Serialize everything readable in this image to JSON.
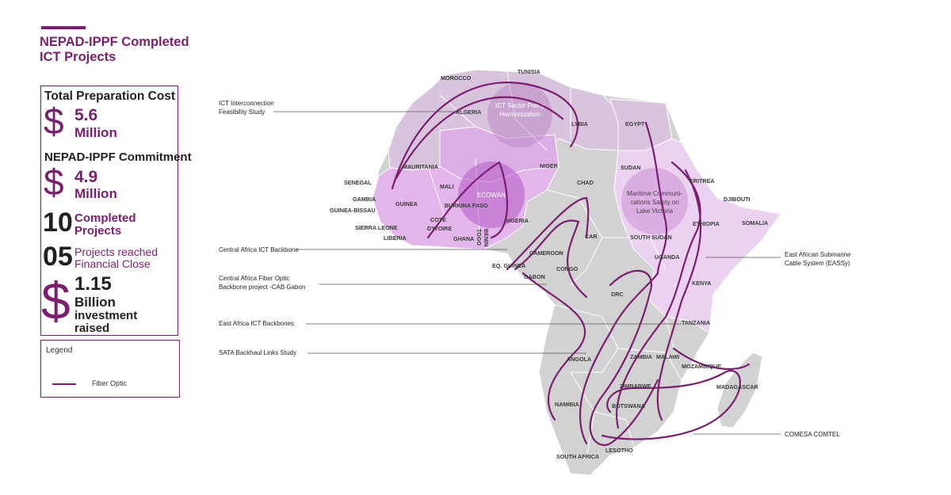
{
  "header": {
    "title_line1": "NEPAD-IPPF Completed",
    "title_line2": "ICT Projects"
  },
  "stats": {
    "prep_cost_label": "Total Preparation Cost",
    "prep_cost_value": "5.6",
    "prep_cost_unit": "Million",
    "commitment_label": "NEPAD-IPPF Commitment",
    "commitment_value": "4.9",
    "commitment_unit": "Million",
    "completed_number": "10",
    "completed_line1": "Completed",
    "completed_line2": "Projects",
    "financial_number": "05",
    "financial_line1": "Projects reached",
    "financial_line2": "Financial Close",
    "investment_value": "1.15",
    "investment_line1": "Billion",
    "investment_line2": "investment",
    "investment_line3": "raised",
    "dollar_sign": "$"
  },
  "legend": {
    "title": "Legend",
    "fiber_label": "Fiber Optic"
  },
  "colors": {
    "accent": "#7b1e6f",
    "north_region": "#d9c4de",
    "west_region": "#e2b6ea",
    "east_region": "#ecd2f1",
    "central_south": "#d2d2d2",
    "zone_circle": "#b77fc0"
  },
  "zones": {
    "ict_policy_line1": "ICT Sector Policy",
    "ict_policy_line2": "Harmonization",
    "ecowan": "ECOWAN",
    "maritime_line1": "Maritime Communi-",
    "maritime_line2": "cations Safety on",
    "maritime_line3": "Lake Victoria"
  },
  "countries": {
    "tunisia": "TUNISIA",
    "morocco": "MOROCCO",
    "algeria": "ALGERIA",
    "lybia": "LYBIA",
    "egypt": "EGYPT",
    "mauritania": "MAURITANIA",
    "mali": "MALI",
    "niger": "NIGER",
    "chad": "CHAD",
    "sudan": "SUDAN",
    "eritrea": "ERITREA",
    "djibouti": "DJIBOUTI",
    "senegal": "SENEGAL",
    "gambia": "GAMBIA",
    "guinea_bissau": "GUINEA-BISSAU",
    "guinea": "GUINEA",
    "burkina_faso": "BURKINA FASO",
    "sierra_leone": "SIERRA LEONE",
    "cote1": "COTE",
    "cote2": "D'IVOIRE",
    "nigeria": "NIGERIA",
    "liberia": "LIBERIA",
    "ghana": "GHANA",
    "togo": "TOGO",
    "benin": "BENIN",
    "car": "CAR",
    "ethiopia": "ETHIOPIA",
    "somalia": "SOMALIA",
    "south_sudan": "SOUTH SUDAN",
    "cameroon": "CAMEROON",
    "eq_guinea": "EQ. GUINEA",
    "congo": "CONGO",
    "uganda": "UGANDA",
    "gabon": "GABON",
    "kenya": "KENYA",
    "drc": "DRC",
    "tanzania": "TANZANIA",
    "angola": "ANGOLA",
    "zambia": "ZAMBIA",
    "malawi": "MALAWI",
    "mozambique": "MOZAMBIQUE",
    "madagascar": "MADAGASCAR",
    "zimbabwe": "ZIMBABWE",
    "namibia": "NAMIBIA",
    "botswana": "BOTSWANA",
    "lesotho": "LESOTHO",
    "south_africa": "SOUTH AFRICA"
  },
  "callouts": {
    "ict_interconnection_1": "ICT Interconnection",
    "ict_interconnection_2": "Feasibility Study",
    "central_africa_backbone": "Central Africa ICT Backbone",
    "cab_gabon_1": "Central Africa Fiber Optic",
    "cab_gabon_2": "Backbone project -CAB Gabon",
    "east_africa_backbones": "East Africa ICT Backbones",
    "sata_backhaul": "SATA Backhaul Links Study",
    "eassy_1": "East African Submarine",
    "eassy_2": "Cable System (EASSy)",
    "comesa": "COMESA COMTEL"
  }
}
